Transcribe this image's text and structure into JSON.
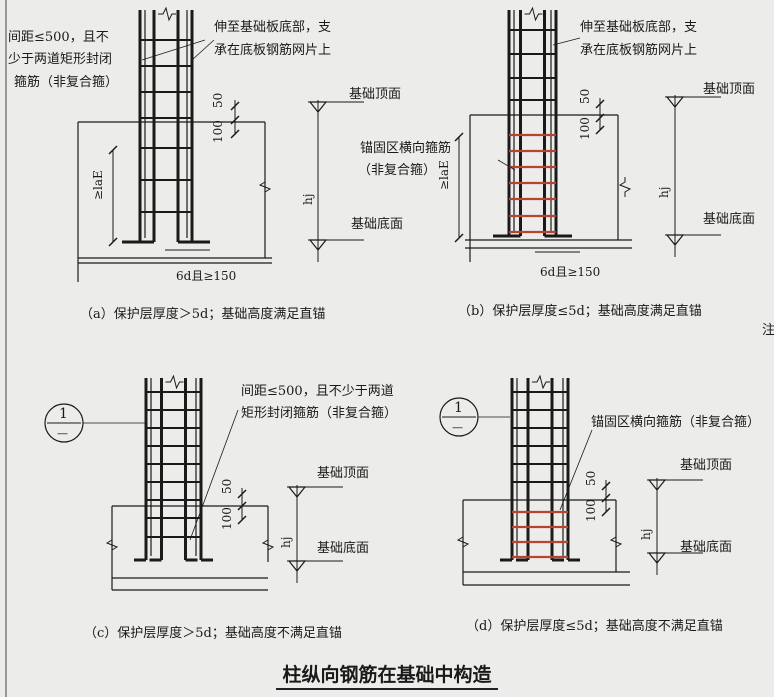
{
  "title": "柱纵向钢筋在基础中构造",
  "colors": {
    "ink": "#1a1a1a",
    "hoop": "#b8432f",
    "paper": "#ececea"
  },
  "section_mark": {
    "top": "1",
    "bottom": "—"
  },
  "dims": {
    "d50": "50",
    "d100": "100",
    "hj": "hj",
    "lae": "≥laE",
    "sixd": "6d且≥150"
  },
  "panel_a": {
    "note_left": [
      "间距≤500，且不",
      "少于两道矩形封闭",
      "箍筋（非复合箍）"
    ],
    "note_right": [
      "伸至基础板底部，支",
      "承在底板钢筋网片上"
    ],
    "top_label": "基础顶面",
    "bottom_label": "基础底面",
    "caption": "（a）保护层厚度＞5d；基础高度满足直锚"
  },
  "panel_b": {
    "note_right": [
      "伸至基础板底部，支",
      "承在底板钢筋网片上"
    ],
    "anchor_note": [
      "锚固区横向箍筋",
      "（非复合箍）"
    ],
    "top_label": "基础顶面",
    "bottom_label": "基础底面",
    "caption": "（b）保护层厚度≤5d；基础高度满足直锚",
    "edge": "注"
  },
  "panel_c": {
    "note": [
      "间距≤500，且不少于两道",
      "矩形封闭箍筋（非复合箍）"
    ],
    "top_label": "基础顶面",
    "bottom_label": "基础底面",
    "caption": "（c）保护层厚度＞5d；基础高度不满足直锚"
  },
  "panel_d": {
    "note": "锚固区横向箍筋（非复合箍）",
    "top_label": "基础顶面",
    "bottom_label": "基础底面",
    "caption": "（d）保护层厚度≤5d；基础高度不满足直锚"
  }
}
